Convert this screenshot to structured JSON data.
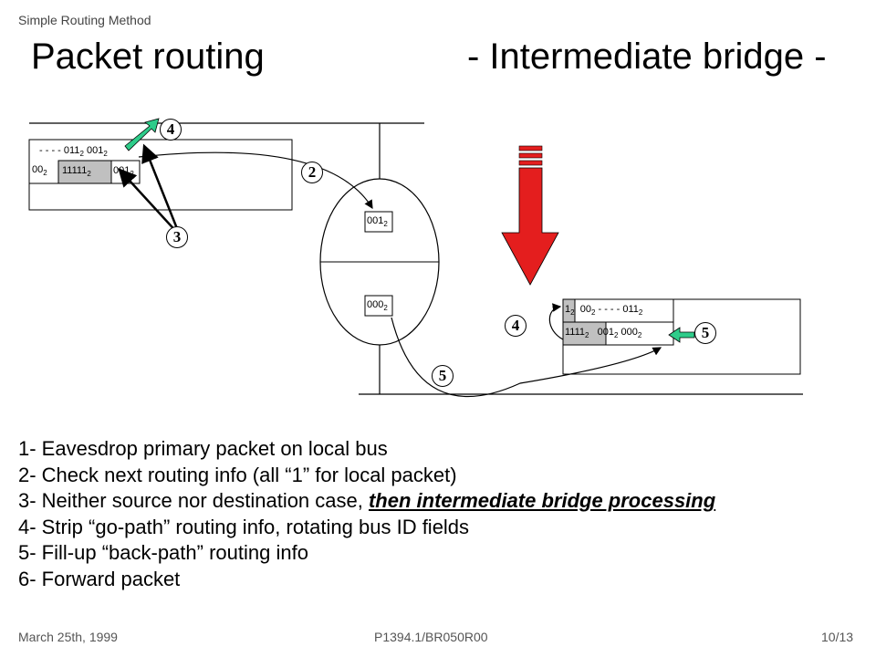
{
  "header": {
    "section": "Simple Routing Method"
  },
  "title": {
    "left": "Packet routing",
    "right": "- Intermediate bridge -"
  },
  "diagram": {
    "left_box": {
      "row1_dashes": "- - - -",
      "row1_a": "011",
      "row1_b": "001",
      "row2_prefix": "00",
      "row2_a": "11111",
      "row2_b": "001",
      "subscript": "2"
    },
    "bridge": {
      "top_label": "001",
      "bottom_label": "000",
      "subscript": "2"
    },
    "right_box": {
      "row1_a": "1",
      "row1_b": "00",
      "row1_dashes": "- - - -",
      "row1_c": "011",
      "row2_a": "1111",
      "row2_b": "001",
      "row2_c": "000",
      "subscript": "2"
    },
    "markers": {
      "m4_left": "4",
      "m2": "2",
      "m3": "3",
      "m4_right": "4",
      "m5_right": "5",
      "m5_bottom": "5"
    },
    "colors": {
      "green_arrow": "#2ecc8a",
      "red_arrow": "#e41e1e",
      "shade": "#c0c0c0"
    }
  },
  "steps": {
    "s1": "1- Eavesdrop primary packet on local bus",
    "s2_pre": "2- Check next routing info (all ",
    "s2_q1": "“",
    "s2_mid": "1",
    "s2_q2": "”",
    "s2_post": " for local packet)",
    "s3_pre": "3- Neither source nor destination case, ",
    "s3_em": "then intermediate bridge processing",
    "s4_pre": "4- Strip ",
    "s4_q1": "“",
    "s4_mid": "go-path",
    "s4_q2": "”",
    "s4_post": " routing info, rotating bus ID fields",
    "s5_pre": "5- Fill-up ",
    "s5_q1": "“",
    "s5_mid": "back-path",
    "s5_q2": "”",
    "s5_post": " routing info",
    "s6": "6- Forward packet"
  },
  "footer": {
    "date": "March 25th, 1999",
    "doc": "P1394.1/BR050R00",
    "page": "10/13"
  }
}
